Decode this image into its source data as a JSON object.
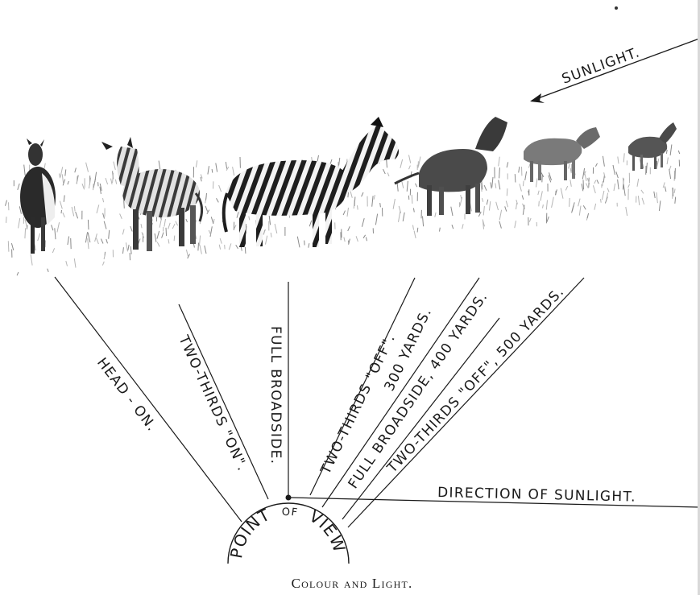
{
  "figure": {
    "sunlight_arrow_label": "SUNLIGHT.",
    "direction_label": "DIRECTION OF SUNLIGHT.",
    "point_of_view": {
      "part1": "POINT",
      "part2": "OF",
      "part3": "VIEW"
    },
    "rays": [
      {
        "label": "HEAD - ON."
      },
      {
        "label": "TWO-THIRDS \"ON\"."
      },
      {
        "label": "FULL  BROADSIDE."
      },
      {
        "label": "TWO-THIRDS \"OFF\"."
      },
      {
        "label": "300 YARDS."
      },
      {
        "label": "FULL BROADSIDE, 400 YARDS."
      },
      {
        "label": "TWO-THIRDS \"OFF\", 500 YARDS."
      }
    ],
    "caption": "Colour and Light."
  },
  "colors": {
    "ink": "#1a1a1a",
    "grass": "#8a8a8a",
    "zebra_dark": "#222222",
    "zebra_light": "#f4f4f4",
    "distant_zebra": "#5a5a5a"
  }
}
